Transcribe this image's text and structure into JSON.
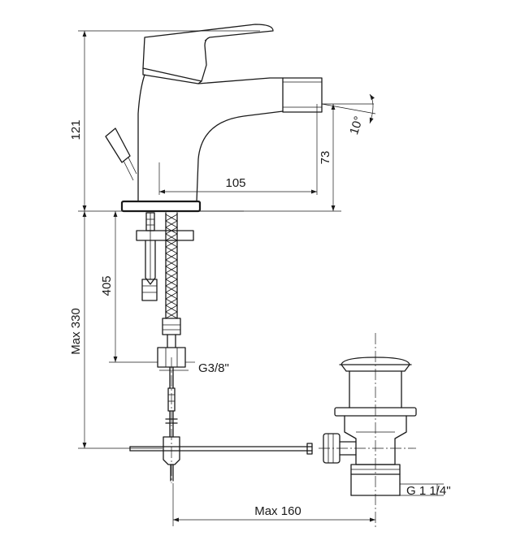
{
  "dimensions": {
    "height_total": "121",
    "spout_height": "73",
    "spout_reach": "105",
    "spout_angle": "10°",
    "hose_length": "405",
    "max_under_deck": "Max 330",
    "hose_connection": "G3/8\"",
    "waste_connection": "G 1 1/4\"",
    "waste_max_offset": "Max 160"
  },
  "colors": {
    "line": "#1a1a1a",
    "background": "#ffffff"
  }
}
